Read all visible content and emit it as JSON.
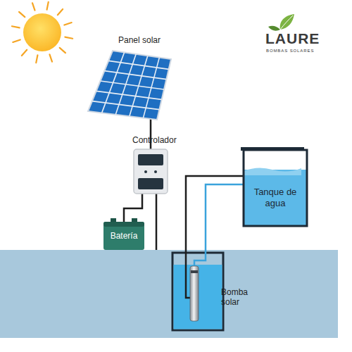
{
  "diagram": {
    "nodes": [
      {
        "text": [
          "Panel solar"
        ]
      },
      {
        "text": [
          "Controlador"
        ]
      },
      {
        "text": [
          "Batería"
        ]
      },
      {
        "text": [
          "Tanque de agua"
        ]
      },
      {
        "text": [
          "Bomba solar"
        ]
      }
    ],
    "edges": [
      {
        "from": 0,
        "to": 1,
        "arrow": "none"
      },
      {
        "from": 1,
        "to": 2,
        "arrow": "none"
      },
      {
        "from": 4,
        "to": 3,
        "arrow": "none"
      },
      {
        "from": 4,
        "to": 3,
        "arrow": "none"
      }
    ],
    "labels": [
      "LAURE",
      "BOMBAS SOLARES"
    ]
  }
}
